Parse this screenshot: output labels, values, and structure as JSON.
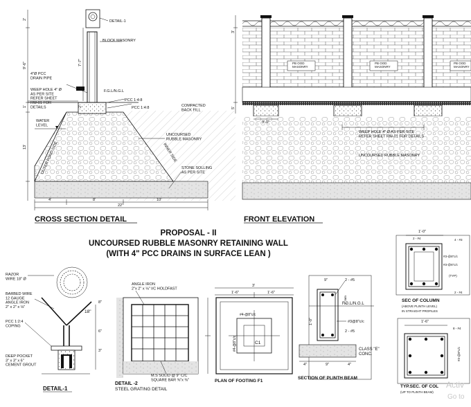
{
  "cross_section": {
    "detail_tag": "DETAIL-1",
    "block_masonry": "BLOCK MASONRY",
    "drain_pipe": "4\"Ø PCC\nDRAIN PIPE",
    "weep_hole": "WEEP HOLE 4\" Ø\nAS PER SITE\nREFER SHEET\nRW-01 FOR\nDETAILS",
    "fgl": "F.G.L/N.G.L",
    "pcc1": "PCC 1:4:8",
    "pcc2": "PCC 1:4:8",
    "compacted": "COMPACTED\nBACK FILL",
    "water_level": "WATER\nLEVEL",
    "uncoursed": "UNCOURSED\nRUBBLE MASONRY",
    "outer_pond": "OUTER POND SIDE",
    "inner_side": "INNER SIDE",
    "stone_soling": "STONE SOLLING\nAS PER SITE",
    "dim_2": "2'",
    "dim_7_7": "7'-7\"",
    "dim_9_6": "9'-6\"",
    "dim_1": "1'",
    "dim_2b": "2'",
    "dim_13": "13'",
    "dim_4": "4'",
    "dim_8": "8'",
    "dim_10": "10'",
    "dim_22": "22'",
    "title": "CROSS SECTION DETAIL"
  },
  "front_elevation": {
    "panel1": "PB OOD\nMASONRY",
    "panel2": "PB OOD\nMASONRY",
    "panel3": "PB OOD\nMASONRY",
    "dim_3": "3'",
    "dim_5": "5'",
    "dim_3_0": "3'-0\"",
    "weep": "WEEP HOLE 4\" Ø AS PER SITE\nREFER SHEET RW-01 FOR DETAILS",
    "uncoursed": "UNCOURSED RUBBLE MASONRY",
    "title": "FRONT ELEVATION"
  },
  "heading": {
    "line1": "PROPOSAL - II",
    "line2": "UNCOURSED RUBBLE MASONRY RETAINING WALL",
    "line3": "(WITH 4\" PCC DRAINS IN SURFACE LEAN )"
  },
  "detail1": {
    "razor": "RAZOR\nWIRE 18\" Ø",
    "barbed": "BARBED WIRE\n12 GAUGE\nANGLE IRON\n2\" x 2\" x ⅛\"",
    "pcc_coping": "PCC 1:2:4\nCOPING",
    "deep_pocket": "DEEP POCKET\n3\" x 3\" x 6\"\nCEMENT GROUT",
    "dim_18": "18\"",
    "dim_8": "8\"",
    "dim_6": "6\"",
    "dim_3": "3\"",
    "label": "DETAIL-1"
  },
  "detail2": {
    "angle_iron": "ANGLE IRON\n2\"x 2\" x ⅛\" I/C HOLDFAST",
    "square_bar": "M.S SOLID @ 9\" C/C\nSQUARE BAR ⅜\"x ⅜\"",
    "label": "DETAIL -2",
    "sub": "STEEL GRATING DETAIL"
  },
  "footing": {
    "dim_3": "3'",
    "dim_1_6a": "1'-6\"",
    "dim_1_6b": "1'-6\"",
    "bars_h": "#4-@8\"c/c",
    "bars_v": "#4-@8\"c/c",
    "col": "C1",
    "label": "PLAN OF FOOTING F1"
  },
  "plinth": {
    "top_bar": "2 - #5",
    "dim_9": "9\"",
    "dim_2mm": "2\" mm",
    "fgl": "F.G.L/N.G.L",
    "stirrup": "#3@8\"c/c",
    "bot_bar": "2 - #5",
    "class_e": "CLASS \"E\"\nCONC.",
    "dim_1_0": "1'-0\"",
    "dim_4a": "4\"",
    "dim_9b": "9\"",
    "dim_4b": "4\"",
    "label": "SECTION OF PLINTH BEAM"
  },
  "column": {
    "dim_1_0": "1'-0\"",
    "bars": "2 - #4",
    "bars_r": "4 - #3",
    "stirrups": "#3-@8\"c/c",
    "stirrups2": "#3-@6\"c/c",
    "typ": "(TYP)",
    "bars_b": "2 - #4",
    "label1": "SEC OF COLUMN",
    "label2": "(ABOVE PLINTH LEVEL)",
    "label3": "IN STRAIGHT PROFILES",
    "dim_1_6": "1'-6\"",
    "bars_8": "8 - #4",
    "stirrup_b": "#3-@8\"c/c",
    "label4": "TYP.SEC. OF COL",
    "label5": "(UP TO PLINTH BEAM)"
  },
  "watermark": {
    "line1": "Activ",
    "line2": "Go to"
  }
}
